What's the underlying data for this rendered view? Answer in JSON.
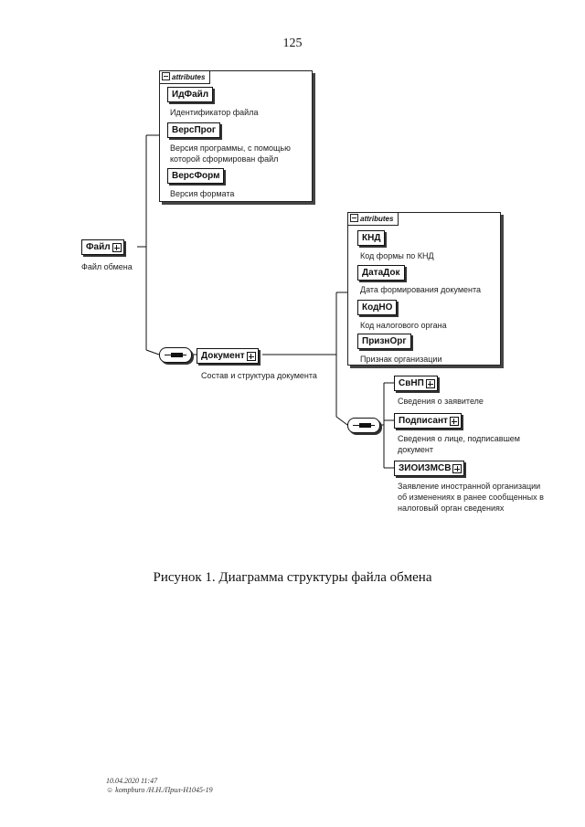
{
  "page_number": "125",
  "root": {
    "name": "Файл",
    "description": "Файл обмена"
  },
  "attributes_label": "attributes",
  "file_attributes": [
    {
      "name": "ИдФайл",
      "description": "Идентификатор файла"
    },
    {
      "name": "ВерсПрог",
      "description": "Версия программы, с помощью которой сформирован файл"
    },
    {
      "name": "ВерсФорм",
      "description": "Версия формата"
    }
  ],
  "document": {
    "name": "Документ",
    "description": "Состав и структура документа"
  },
  "document_attributes": [
    {
      "name": "КНД",
      "description": "Код формы по КНД"
    },
    {
      "name": "ДатаДок",
      "description": "Дата формирования документа"
    },
    {
      "name": "КодНО",
      "description": "Код налогового органа"
    },
    {
      "name": "ПризнОрг",
      "description": "Признак организации"
    }
  ],
  "document_children": [
    {
      "name": "СвНП",
      "description": "Сведения о заявителе"
    },
    {
      "name": "Подписант",
      "description": "Сведения о лице, подписавшем документ"
    },
    {
      "name": "ЗИОИЗМСВ",
      "description": "Заявление иностранной организации об изменениях в ранее сообщенных в налоговый орган сведениях"
    }
  ],
  "caption": "Рисунок 1. Диаграмма структуры файла обмена",
  "footer": {
    "line1": "10.04.2020 11:47",
    "line2": "☺ kompburo /Н.Н./Прил-Н1045-19"
  }
}
